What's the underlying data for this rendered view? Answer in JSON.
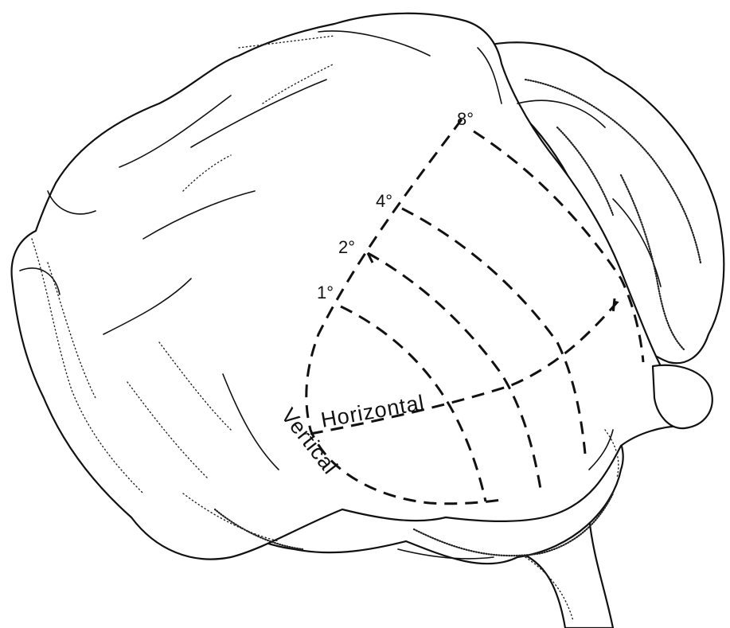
{
  "figure": {
    "eccentricity_labels": [
      "1°",
      "2°",
      "4°",
      "8°"
    ],
    "horizontal_label": "Horizontal",
    "vertical_label": "Vertical"
  }
}
